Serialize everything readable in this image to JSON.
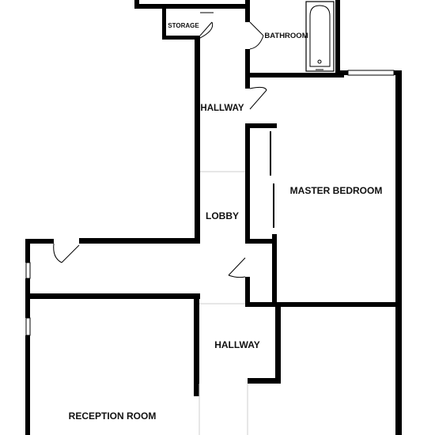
{
  "rooms": {
    "storage": "STORAGE",
    "bathroom": "BATHROOM",
    "hallway_upper": "HALLWAY",
    "master_bedroom": "MASTER BEDROOM",
    "lobby": "LOBBY",
    "hallway_lower": "HALLWAY",
    "reception_room": "RECEPTION ROOM"
  },
  "colors": {
    "wall": "#000000",
    "background": "#ffffff",
    "threshold": "#cfcfcf"
  }
}
